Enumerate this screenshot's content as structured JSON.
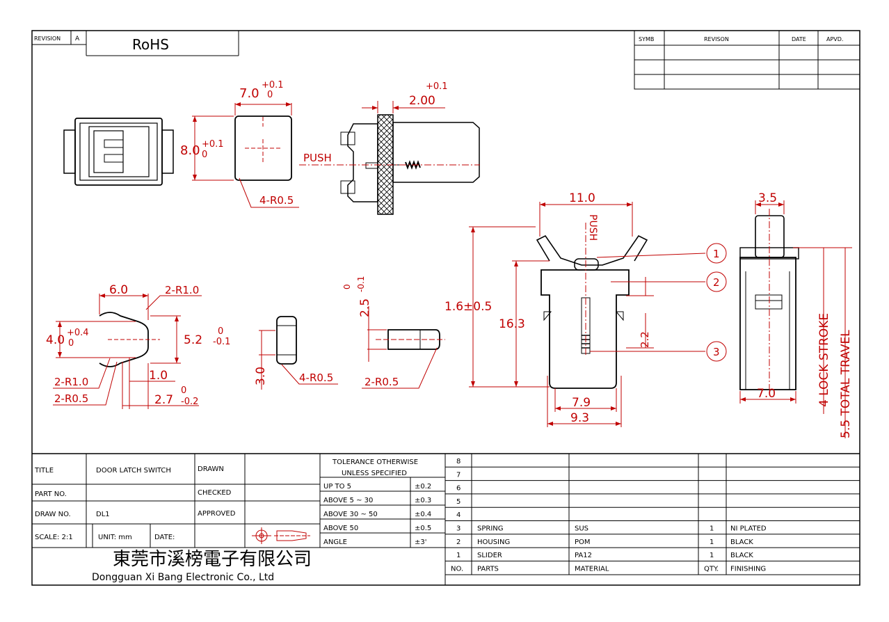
{
  "revision_header": {
    "revision_label": "REVISION",
    "revision_value": "A",
    "rohs": "RoHS"
  },
  "revision_table": {
    "headers": [
      "SYMB",
      "REVISON",
      "DATE",
      "APVD."
    ]
  },
  "drawing_labels": {
    "push_side": "PUSH",
    "push_vertical": "PUSH",
    "dim_7_0": "7.0",
    "tol_7_0_top": "+0.1",
    "tol_7_0_bot": "0",
    "dim_8_0": "8.0",
    "tol_8_0_top": "+0.1",
    "tol_8_0_bot": "0",
    "radius_4_r05": "4-R0.5",
    "dim_2_00": "2.00",
    "tol_2_00_top": "+0.1",
    "dim_6_0": "6.0",
    "radius_2_r10_top": "2-R1.0",
    "dim_4_0": "4.0",
    "tol_4_0_top": "+0.4",
    "tol_4_0_bot": "0",
    "dim_5_2": "5.2",
    "tol_5_2_top": "0",
    "tol_5_2_bot": "-0.1",
    "dim_1_0": "1.0",
    "radius_2_r10_bot": "2-R1.0",
    "radius_2_r05_left": "2-R0.5",
    "dim_2_7": "2.7",
    "tol_2_7_top": "0",
    "tol_2_7_bot": "-0.2",
    "dim_3_0": "3.0",
    "radius_4_r05_b": "4-R0.5",
    "dim_2_5": "2.5",
    "tol_2_5_top": "0",
    "tol_2_5_bot": "-0.1",
    "radius_2_r05_pin": "2-R0.5",
    "dim_11_0": "11.0",
    "dim_1_6": "1.6±0.5",
    "dim_16_3": "16.3",
    "dim_2_2": "2.2",
    "dim_7_9": "7.9",
    "dim_9_3": "9.3",
    "dim_3_5": "3.5",
    "dim_7_0_side": "7.0",
    "lock_stroke": "4 LOCK STROKE",
    "total_travel": "5.5 TOTAL TRAVEL",
    "balloon_1": "1",
    "balloon_2": "2",
    "balloon_3": "3"
  },
  "title_block": {
    "title_label": "TITLE",
    "title_value": "DOOR LATCH SWITCH",
    "part_no_label": "PART NO.",
    "draw_no_label": "DRAW NO.",
    "draw_no_value": "DL1",
    "scale_label": "SCALE: 2:1",
    "unit_label": "UNIT: mm",
    "date_label": "DATE:",
    "drawn_label": "DRAWN",
    "checked_label": "CHECKED",
    "approved_label": "APPROVED",
    "company_cn": "東莞市溪榜電子有限公司",
    "company_en": "Dongguan Xi Bang Electronic Co., Ltd"
  },
  "tolerance_table": {
    "header_1": "TOLERANCE OTHERWISE",
    "header_2": "UNLESS SPECIFIED",
    "rows": [
      {
        "range": "UP TO 5",
        "tol": "±0.2"
      },
      {
        "range": "ABOVE 5 ~ 30",
        "tol": "±0.3"
      },
      {
        "range": "ABOVE 30 ~ 50",
        "tol": "±0.4"
      },
      {
        "range": "ABOVE 50",
        "tol": "±0.5"
      },
      {
        "range": "ANGLE",
        "tol": "±3'"
      }
    ]
  },
  "parts_list": {
    "rows": [
      {
        "no": "8",
        "part": "",
        "material": "",
        "qty": "",
        "finishing": ""
      },
      {
        "no": "7",
        "part": "",
        "material": "",
        "qty": "",
        "finishing": ""
      },
      {
        "no": "6",
        "part": "",
        "material": "",
        "qty": "",
        "finishing": ""
      },
      {
        "no": "5",
        "part": "",
        "material": "",
        "qty": "",
        "finishing": ""
      },
      {
        "no": "4",
        "part": "",
        "material": "",
        "qty": "",
        "finishing": ""
      },
      {
        "no": "3",
        "part": "SPRING",
        "material": "SUS",
        "qty": "1",
        "finishing": "NI PLATED"
      },
      {
        "no": "2",
        "part": "HOUSING",
        "material": "POM",
        "qty": "1",
        "finishing": "BLACK"
      },
      {
        "no": "1",
        "part": "SLIDER",
        "material": "PA12",
        "qty": "1",
        "finishing": "BLACK"
      }
    ],
    "header": {
      "no": "NO.",
      "part": "PARTS",
      "material": "MATERIAL",
      "qty": "QTY.",
      "finishing": "FINISHING"
    }
  }
}
